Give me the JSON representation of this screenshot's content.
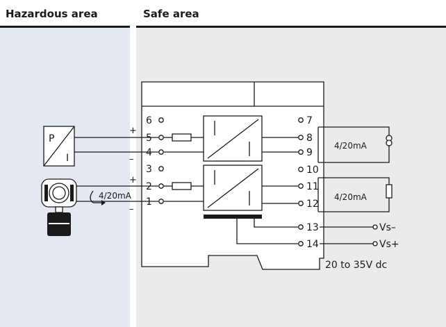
{
  "zones": {
    "hazardous": {
      "title": "Hazardous area"
    },
    "safe": {
      "title": "Safe area"
    }
  },
  "hazardous_devices": {
    "pi_converter": {
      "top_letter": "P",
      "bottom_letter": "I"
    },
    "transmitter_loop_label": "4/20mA",
    "polarity": {
      "plus": "+",
      "minus": "–"
    }
  },
  "input_terminals": [
    "6",
    "5",
    "4",
    "3",
    "2",
    "1"
  ],
  "output_terminals": [
    "7",
    "8",
    "9",
    "10",
    "11",
    "12",
    "13",
    "14"
  ],
  "output_loops": {
    "top": "4/20mA",
    "bottom": "4/20mA"
  },
  "supply": {
    "minus": "Vs–",
    "plus": "Vs+",
    "range": "20 to 35V dc"
  }
}
